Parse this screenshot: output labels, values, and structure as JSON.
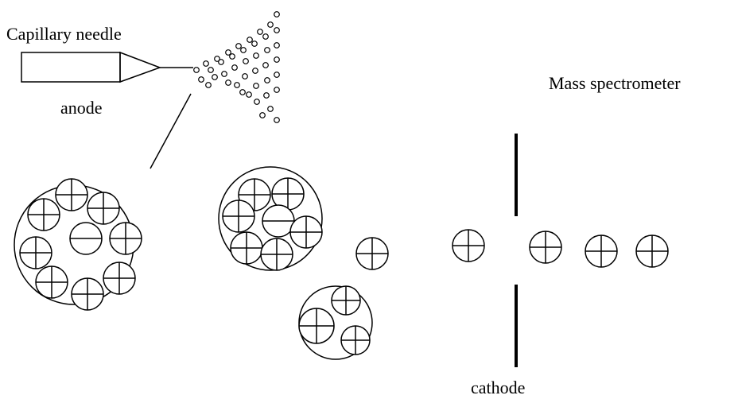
{
  "labels": {
    "needle": "Capillary needle",
    "anode": "anode",
    "mass_spectrometer": "Mass spectrometer",
    "cathode": "cathode"
  },
  "ion_charges": {
    "positive": "+",
    "negative": "-"
  }
}
